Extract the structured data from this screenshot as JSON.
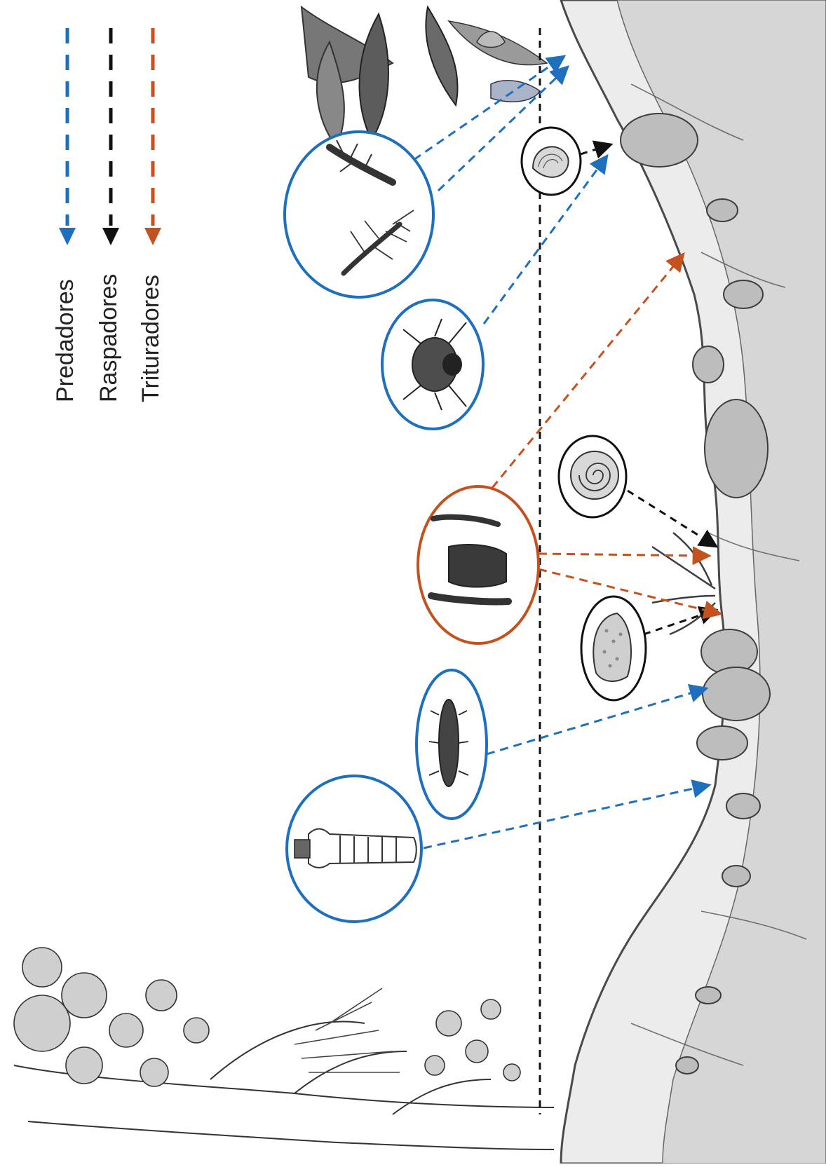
{
  "legend": {
    "items": [
      {
        "label": "Predadores",
        "color": "#1f6fbf"
      },
      {
        "label": "Raspadores",
        "color": "#111111"
      },
      {
        "label": "Trituradores",
        "color": "#c4521f"
      }
    ]
  },
  "colors": {
    "predators": "#1f6fbf",
    "scrapers": "#111111",
    "shredders": "#c4521f",
    "illustration_ink": "#555555"
  },
  "figure": {
    "orientation": "rotated-90-ccw",
    "icons": [
      "stream-bank-illustration-icon",
      "aquatic-plant-icon",
      "insect-larva-icon",
      "water-beetle-icon",
      "snail-shell-icon",
      "limpet-icon",
      "bivalve-icon",
      "leaf-litter-icon"
    ]
  }
}
